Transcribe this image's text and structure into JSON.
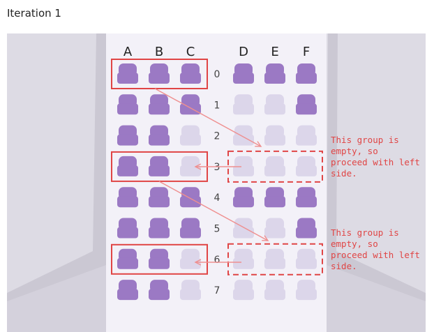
{
  "title": "Iteration 1",
  "columns": [
    "A",
    "B",
    "C",
    "D",
    "E",
    "F"
  ],
  "rows": [
    {
      "label": "0",
      "seats": [
        1,
        1,
        1,
        1,
        1,
        1
      ]
    },
    {
      "label": "1",
      "seats": [
        1,
        1,
        1,
        0,
        0,
        1
      ]
    },
    {
      "label": "2",
      "seats": [
        1,
        1,
        0,
        0,
        0,
        0
      ]
    },
    {
      "label": "3",
      "seats": [
        1,
        1,
        0,
        0,
        0,
        0
      ]
    },
    {
      "label": "4",
      "seats": [
        1,
        1,
        1,
        1,
        1,
        1
      ]
    },
    {
      "label": "5",
      "seats": [
        1,
        1,
        1,
        0,
        0,
        1
      ]
    },
    {
      "label": "6",
      "seats": [
        1,
        1,
        0,
        0,
        0,
        0
      ]
    },
    {
      "label": "7",
      "seats": [
        1,
        1,
        0,
        0,
        0,
        0
      ]
    }
  ],
  "colors": {
    "occupied": "#9b79c4",
    "empty": "#dcd6ea",
    "cabin": "#f3f1f8",
    "wall": "#dddbe4",
    "wall_dark": "#cbc8d3",
    "highlight": "#e04545",
    "arrow": "#ef8f8f"
  },
  "selected_groups": [
    {
      "row": 0,
      "side": "left"
    },
    {
      "row": 3,
      "side": "left"
    },
    {
      "row": 6,
      "side": "left"
    }
  ],
  "empty_groups": [
    {
      "row": 3,
      "side": "right"
    },
    {
      "row": 6,
      "side": "right"
    }
  ],
  "annotations": [
    {
      "text": "This group is\nempty, so\nproceed with left\nside.",
      "row": 3
    },
    {
      "text": "This group is\nempty, so\nproceed with left\nside.",
      "row": 6
    }
  ]
}
